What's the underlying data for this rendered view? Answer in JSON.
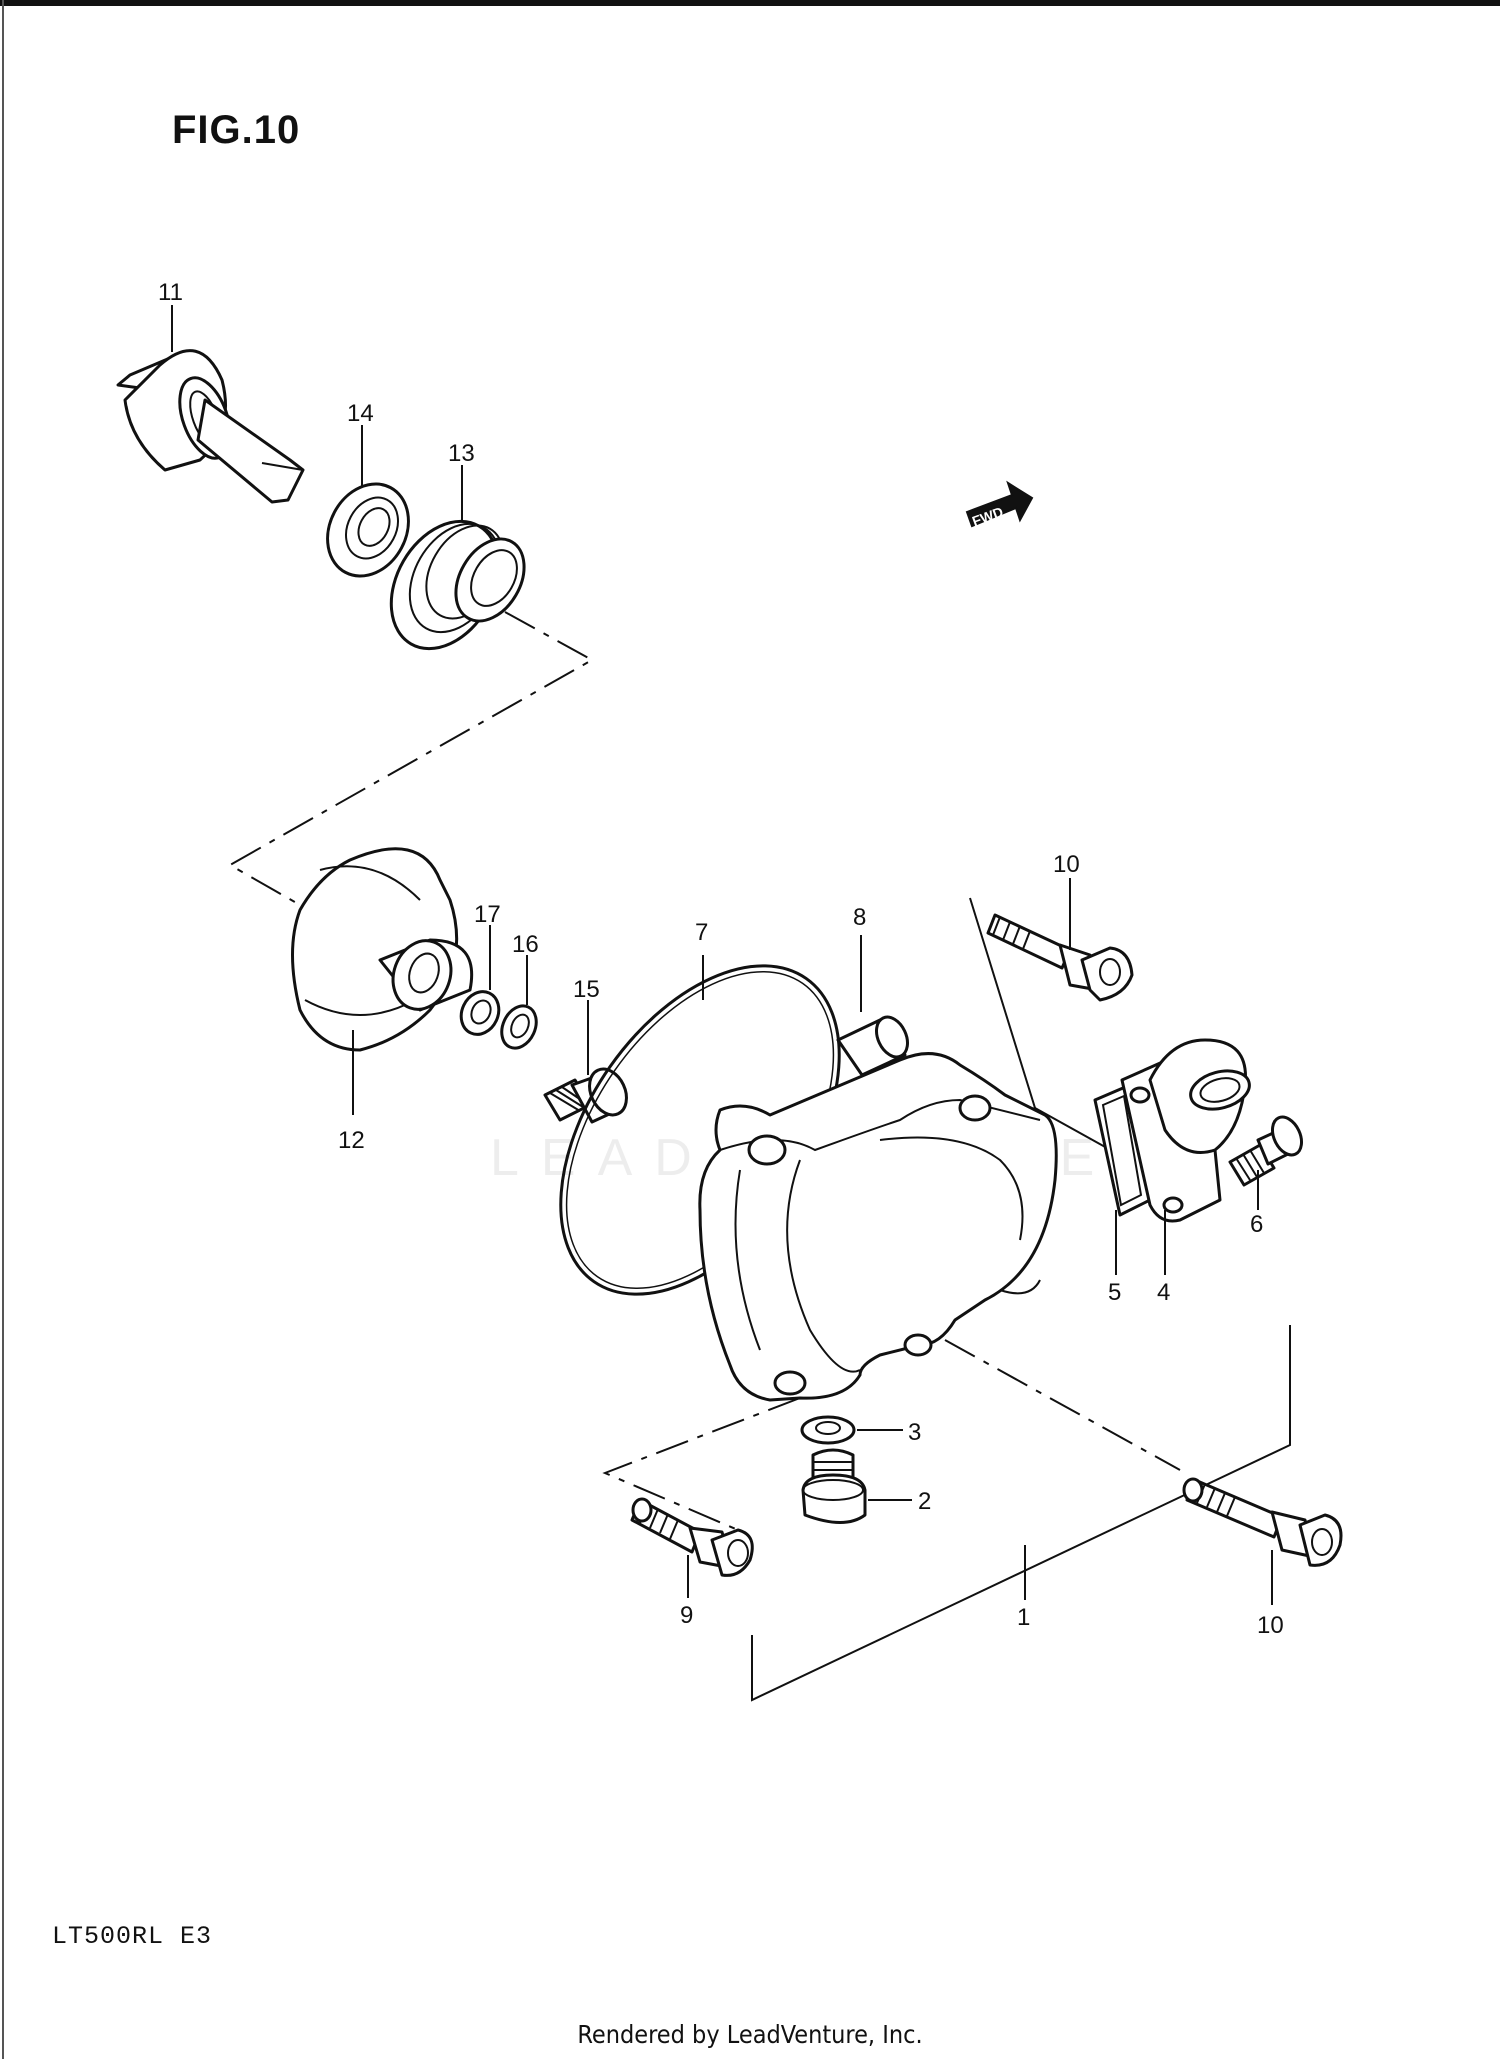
{
  "figure": {
    "title": "FIG.10"
  },
  "model_code": "LT500RL  E3",
  "footer": {
    "credit": "Rendered by LeadVenture, Inc."
  },
  "watermark": {
    "text": "LEADVENTURE"
  },
  "fwd_arrow": {
    "label": "FWD"
  },
  "callouts": {
    "p1": "1",
    "p2": "2",
    "p3": "3",
    "p4": "4",
    "p5": "5",
    "p6": "6",
    "p7": "7",
    "p8": "8",
    "p9": "9",
    "p10a": "10",
    "p10b": "10",
    "p11": "11",
    "p12": "12",
    "p13": "13",
    "p14": "14",
    "p15": "15",
    "p16": "16",
    "p17": "17"
  }
}
